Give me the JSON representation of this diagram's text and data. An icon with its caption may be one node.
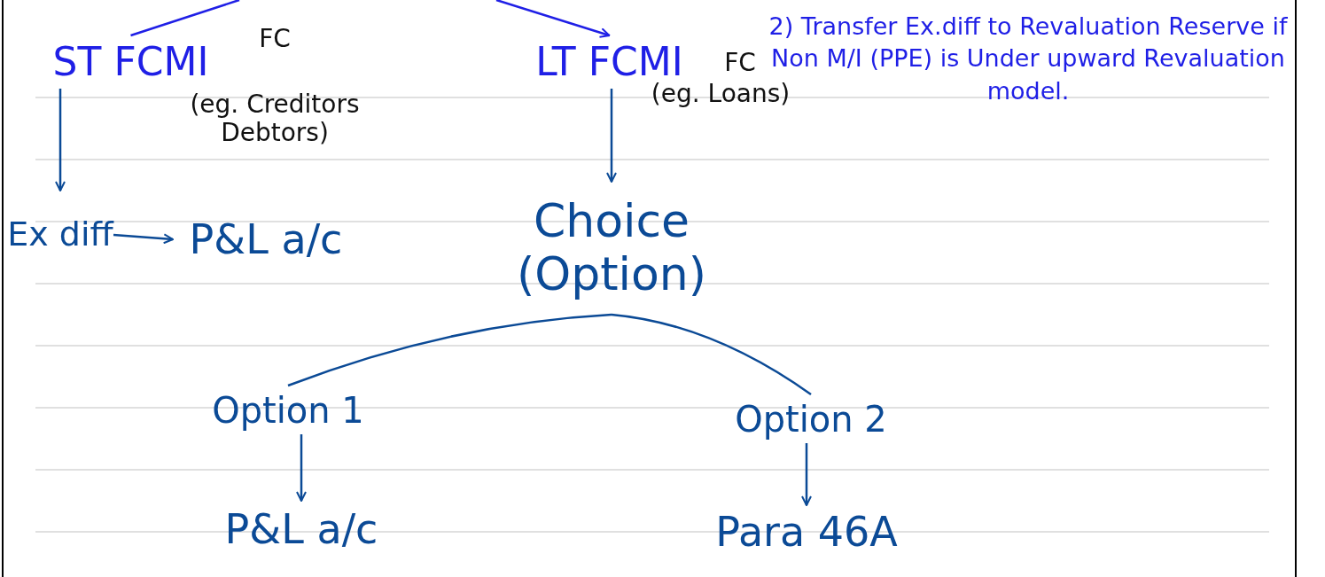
{
  "diagram": {
    "nodes": [
      {
        "text": [
          "ST FCMI"
        ],
        "beside": [
          "FC",
          "(eg. Creditors Debtors)"
        ]
      },
      {
        "text": [
          "LT FCMI"
        ],
        "beside": [
          "FC",
          "(eg. Loans)"
        ]
      },
      {
        "text": [
          "Ex diff"
        ]
      },
      {
        "text": [
          "P&L a/c"
        ]
      },
      {
        "text": [
          "Choice (Option)"
        ]
      },
      {
        "text": [
          "Option 1"
        ]
      },
      {
        "text": [
          "Option 2"
        ]
      },
      {
        "text": [
          "P&L a/c"
        ]
      },
      {
        "text": [
          "Para 46A"
        ]
      }
    ],
    "edges": [
      {
        "from": null,
        "to": 0,
        "arrow": "none",
        "color": "#1f1fe6"
      },
      {
        "from": null,
        "to": 1,
        "arrow": "to",
        "color": "#1f1fe6"
      },
      {
        "from": 0,
        "to": 2,
        "arrow": "to"
      },
      {
        "from": 2,
        "to": 3,
        "arrow": "to"
      },
      {
        "from": 1,
        "to": 4,
        "arrow": "to"
      },
      {
        "from": 4,
        "to": 5,
        "arrow": "none"
      },
      {
        "from": 4,
        "to": 6,
        "arrow": "none"
      },
      {
        "from": 5,
        "to": 7,
        "arrow": "to"
      },
      {
        "from": 6,
        "to": 8,
        "arrow": "to"
      }
    ],
    "labels": [
      "2) Transfer Ex.diff to Revaluation Reserve if Non M/I (PPE) is Under upward Revaluation model."
    ]
  }
}
